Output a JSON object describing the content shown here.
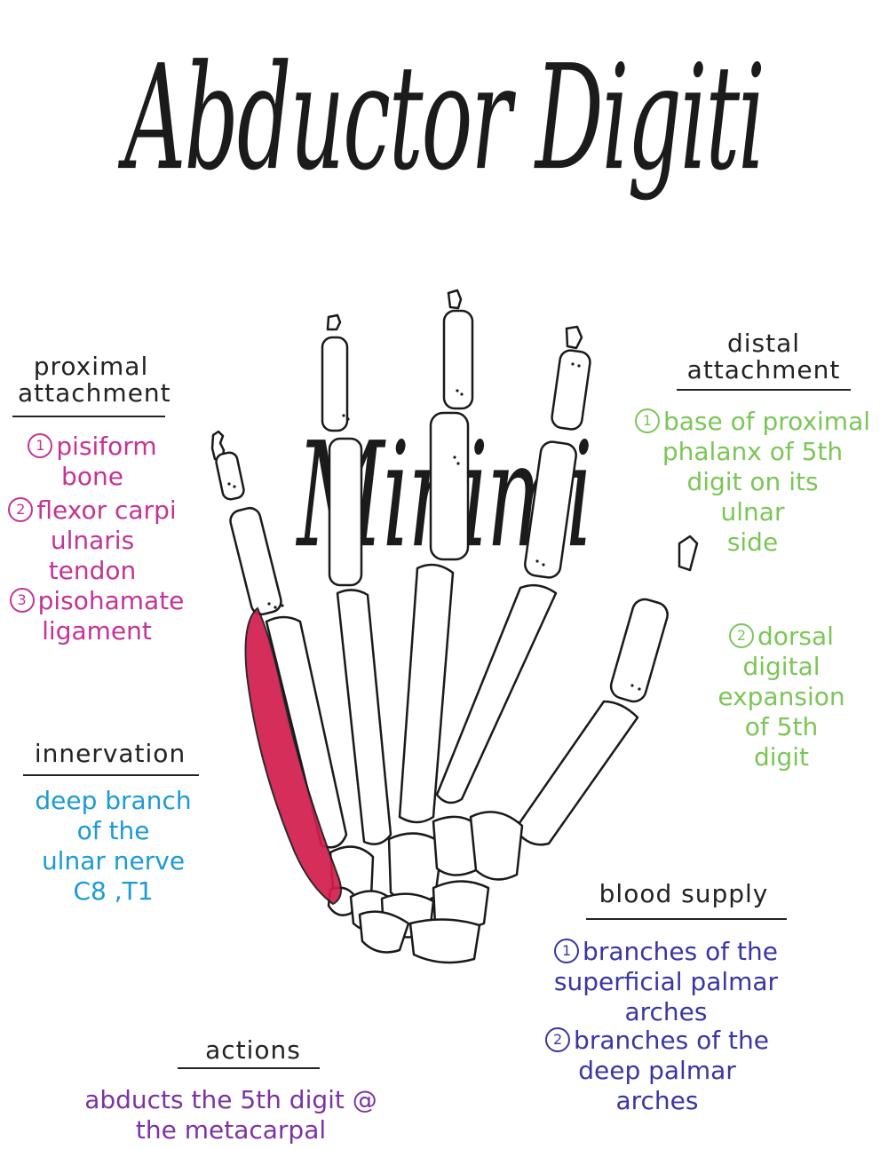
{
  "title": "Abductor Digiti Minimi",
  "colors": {
    "muscle": "#d21d4d",
    "proximal": "#c43396",
    "distal": "#7bc657",
    "innervation": "#1b9ad6",
    "blood": "#3a35a6",
    "actions": "#7c33a5"
  },
  "proximal": {
    "heading_1": "proximal",
    "heading_2": "attachment",
    "item1_num": "1",
    "item1_lines": [
      "pisiform",
      "bone"
    ],
    "item2_num": "2",
    "item2_lines": [
      "flexor carpi",
      "ulnaris",
      "tendon"
    ],
    "item3_num": "3",
    "item3_lines": [
      "pisohamate",
      "ligament"
    ]
  },
  "distal": {
    "heading_1": "distal",
    "heading_2": "attachment",
    "item1_num": "1",
    "item1_lines": [
      "base of proximal",
      "phalanx of 5th",
      "digit on its",
      "ulnar",
      "side"
    ],
    "item2_num": "2",
    "item2_lines": [
      "dorsal",
      "digital",
      "expansion",
      "of 5th",
      "digit"
    ]
  },
  "innervation": {
    "heading": "innervation",
    "lines": [
      "deep branch",
      "of the",
      "ulnar nerve",
      "C8 ,T1"
    ]
  },
  "blood_supply": {
    "heading": "blood supply",
    "item1_num": "1",
    "item1_lines": [
      "branches of the",
      "superficial palmar",
      "arches"
    ],
    "item2_num": "2",
    "item2_lines": [
      "branches of the",
      "deep palmar",
      "arches"
    ]
  },
  "actions": {
    "heading": "actions",
    "lines": [
      "abducts the 5th digit @",
      "the metacarpal"
    ]
  }
}
